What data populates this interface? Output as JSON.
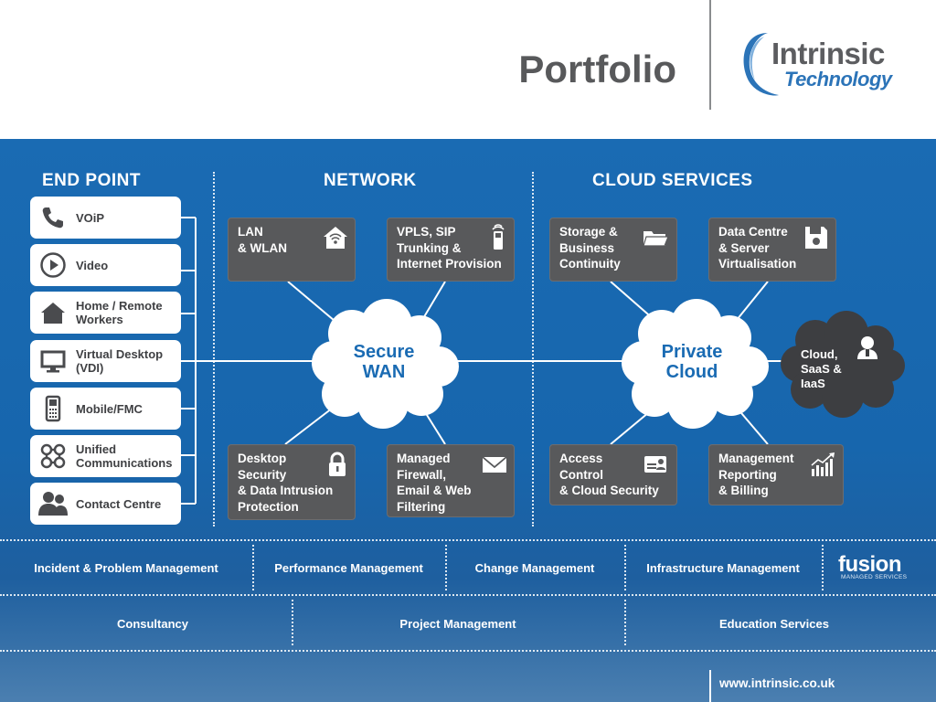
{
  "header": {
    "title": "Portfolio",
    "logo": {
      "line1": "Intrinsic",
      "line2": "Technology",
      "brand_color": "#2c74b8"
    }
  },
  "sections": {
    "end_point": "END POINT",
    "network": "NETWORK",
    "cloud_services": "CLOUD SERVICES"
  },
  "end_points": [
    {
      "label": "VOiP",
      "icon": "phone-icon"
    },
    {
      "label": "Video",
      "icon": "play-icon"
    },
    {
      "label": "Home / Remote\nWorkers",
      "icon": "house-icon"
    },
    {
      "label": "Virtual Desktop\n(VDI)",
      "icon": "monitor-icon"
    },
    {
      "label": "Mobile/FMC",
      "icon": "mobile-phone-icon"
    },
    {
      "label": "Unified\nCommunications",
      "icon": "network-nodes-icon"
    },
    {
      "label": "Contact Centre",
      "icon": "people-icon"
    }
  ],
  "network": {
    "hub": "Secure\nWAN",
    "items": [
      {
        "label": "LAN\n& WLAN",
        "icon": "wireless-house-icon"
      },
      {
        "label": "VPLS, SIP\nTrunking &\nInternet Provision",
        "icon": "mobile-signal-icon"
      },
      {
        "label": "Desktop\nSecurity\n& Data Intrusion\nProtection",
        "icon": "padlock-icon"
      },
      {
        "label": "Managed\nFirewall,\nEmail & Web\nFiltering",
        "icon": "envelope-icon"
      }
    ]
  },
  "cloud": {
    "hub": "Private\nCloud",
    "side": "Cloud,\nSaaS & IaaS",
    "items": [
      {
        "label": "Storage &\nBusiness\nContinuity",
        "icon": "folder-icon"
      },
      {
        "label": "Data Centre\n& Server\nVirtualisation",
        "icon": "floppy-disk-icon"
      },
      {
        "label": "Access\nControl\n& Cloud Security",
        "icon": "id-card-icon"
      },
      {
        "label": "Management\nReporting\n& Billing",
        "icon": "bar-chart-icon"
      }
    ]
  },
  "services": {
    "row1": [
      "Incident & Problem Management",
      "Performance Management",
      "Change Management",
      "Infrastructure Management"
    ],
    "row2": [
      "Consultancy",
      "Project Management",
      "Education Services"
    ],
    "fusion": {
      "word": "fusion",
      "sub": "MANAGED SERVICES"
    }
  },
  "footer": {
    "url": "www.intrinsic.co.uk"
  },
  "colors": {
    "blue": "#1766ad",
    "box_grey": "#58595b",
    "text_grey": "#3f4043",
    "cloud_text": "#1a6bb3"
  }
}
